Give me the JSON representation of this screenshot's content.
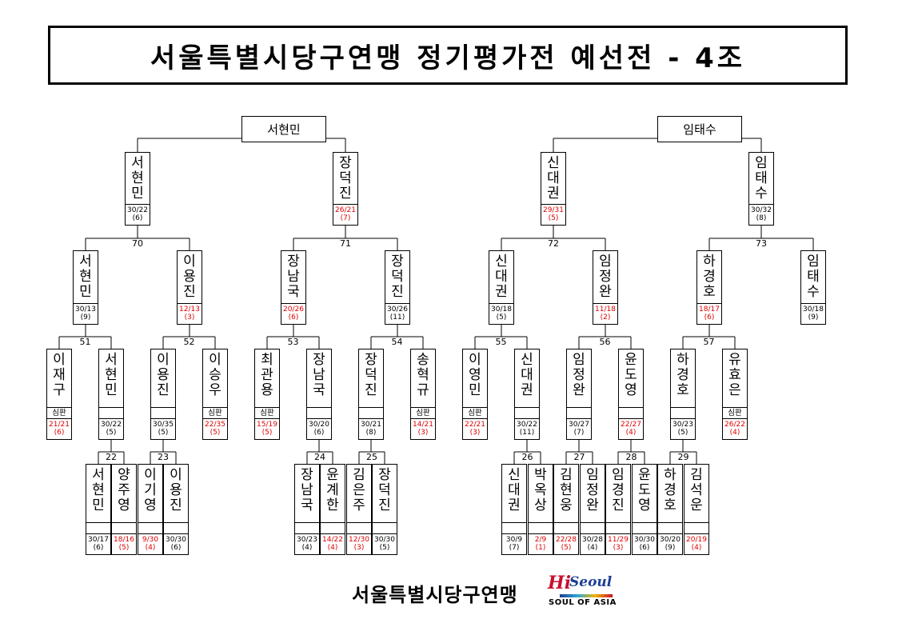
{
  "title": "서울특별시당구연맹 정기평가전 예선전 - 4조",
  "champions": [
    "서현민",
    "임태수"
  ],
  "players": [
    {
      "id": "a1",
      "name": "서현민",
      "score": "30/22",
      "rank": "(6)",
      "red": false
    },
    {
      "id": "a2",
      "name": "장덕진",
      "score": "26/21",
      "rank": "(7)",
      "red": true
    },
    {
      "id": "a3",
      "name": "신대권",
      "score": "29/31",
      "rank": "(5)",
      "red": true
    },
    {
      "id": "a4",
      "name": "임태수",
      "score": "30/32",
      "rank": "(8)",
      "red": false
    },
    {
      "id": "b1",
      "name": "서현민",
      "score": "30/13",
      "rank": "(9)",
      "red": false
    },
    {
      "id": "b2",
      "name": "이용진",
      "score": "12/13",
      "rank": "(3)",
      "red": true
    },
    {
      "id": "b3",
      "name": "장남국",
      "score": "20/26",
      "rank": "(6)",
      "red": true
    },
    {
      "id": "b4",
      "name": "장덕진",
      "score": "30/26",
      "rank": "(11)",
      "red": false
    },
    {
      "id": "b5",
      "name": "신대권",
      "score": "30/18",
      "rank": "(5)",
      "red": false
    },
    {
      "id": "b6",
      "name": "임정완",
      "score": "11/18",
      "rank": "(2)",
      "red": true
    },
    {
      "id": "b7",
      "name": "하경호",
      "score": "18/17",
      "rank": "(6)",
      "red": true
    },
    {
      "id": "b8",
      "name": "임태수",
      "score": "30/18",
      "rank": "(9)",
      "red": false
    },
    {
      "id": "c1",
      "name": "이재구",
      "label": "심판",
      "score": "21/21",
      "rank": "(6)",
      "red": true
    },
    {
      "id": "c2",
      "name": "서현민",
      "label": "",
      "score": "30/22",
      "rank": "(5)",
      "red": false
    },
    {
      "id": "c3",
      "name": "이용진",
      "label": "",
      "score": "30/35",
      "rank": "(5)",
      "red": false
    },
    {
      "id": "c4",
      "name": "이승우",
      "label": "심판",
      "score": "22/35",
      "rank": "(5)",
      "red": true
    },
    {
      "id": "c5",
      "name": "최관용",
      "label": "심판",
      "score": "15/19",
      "rank": "(5)",
      "red": true
    },
    {
      "id": "c6",
      "name": "장남국",
      "label": "",
      "score": "30/20",
      "rank": "(6)",
      "red": false
    },
    {
      "id": "c7",
      "name": "장덕진",
      "label": "",
      "score": "30/21",
      "rank": "(8)",
      "red": false
    },
    {
      "id": "c8",
      "name": "송혁규",
      "label": "심판",
      "score": "14/21",
      "rank": "(3)",
      "red": true
    },
    {
      "id": "c9",
      "name": "이영민",
      "label": "심판",
      "score": "22/21",
      "rank": "(3)",
      "red": true
    },
    {
      "id": "c10",
      "name": "신대권",
      "label": "",
      "score": "30/22",
      "rank": "(11)",
      "red": false
    },
    {
      "id": "c11",
      "name": "임정완",
      "label": "",
      "score": "30/27",
      "rank": "(7)",
      "red": false
    },
    {
      "id": "c12",
      "name": "윤도영",
      "label": "",
      "score": "22/27",
      "rank": "(4)",
      "red": true
    },
    {
      "id": "c13",
      "name": "하경호",
      "label": "",
      "score": "30/23",
      "rank": "(5)",
      "red": false
    },
    {
      "id": "c14",
      "name": "유효은",
      "label": "심판",
      "score": "26/22",
      "rank": "(4)",
      "red": true
    },
    {
      "id": "d1",
      "name": "서현민",
      "score": "30/17",
      "rank": "(6)",
      "red": false
    },
    {
      "id": "d2",
      "name": "양주영",
      "score": "18/16",
      "rank": "(5)",
      "red": true
    },
    {
      "id": "d3",
      "name": "이기영",
      "score": "9/30",
      "rank": "(4)",
      "red": true
    },
    {
      "id": "d4",
      "name": "이용진",
      "score": "30/30",
      "rank": "(6)",
      "red": false
    },
    {
      "id": "d5",
      "name": "장남국",
      "score": "30/23",
      "rank": "(4)",
      "red": false
    },
    {
      "id": "d6",
      "name": "윤계한",
      "score": "14/22",
      "rank": "(4)",
      "red": true
    },
    {
      "id": "d7",
      "name": "김은주",
      "score": "12/30",
      "rank": "(3)",
      "red": true
    },
    {
      "id": "d8",
      "name": "장덕진",
      "score": "30/30",
      "rank": "(5)",
      "red": false
    },
    {
      "id": "d9",
      "name": "신대권",
      "score": "30/9",
      "rank": "(7)",
      "red": false
    },
    {
      "id": "d10",
      "name": "박옥상",
      "score": "2/9",
      "rank": "(1)",
      "red": true
    },
    {
      "id": "d11",
      "name": "김현웅",
      "score": "22/28",
      "rank": "(5)",
      "red": true
    },
    {
      "id": "d12",
      "name": "임정완",
      "score": "30/28",
      "rank": "(4)",
      "red": false
    },
    {
      "id": "d13",
      "name": "임경진",
      "score": "11/29",
      "rank": "(3)",
      "red": true
    },
    {
      "id": "d14",
      "name": "윤도영",
      "score": "30/30",
      "rank": "(6)",
      "red": false
    },
    {
      "id": "d15",
      "name": "하경호",
      "score": "30/20",
      "rank": "(9)",
      "red": false
    },
    {
      "id": "d16",
      "name": "김석운",
      "score": "20/19",
      "rank": "(4)",
      "red": true
    }
  ],
  "matches": [
    {
      "id": "m70",
      "num": "70"
    },
    {
      "id": "m71",
      "num": "71"
    },
    {
      "id": "m72",
      "num": "72"
    },
    {
      "id": "m73",
      "num": "73"
    },
    {
      "id": "m51",
      "num": "51"
    },
    {
      "id": "m52",
      "num": "52"
    },
    {
      "id": "m53",
      "num": "53"
    },
    {
      "id": "m54",
      "num": "54"
    },
    {
      "id": "m55",
      "num": "55"
    },
    {
      "id": "m56",
      "num": "56"
    },
    {
      "id": "m57",
      "num": "57"
    },
    {
      "id": "m22",
      "num": "22"
    },
    {
      "id": "m23",
      "num": "23"
    },
    {
      "id": "m24",
      "num": "24"
    },
    {
      "id": "m25",
      "num": "25"
    },
    {
      "id": "m26",
      "num": "26"
    },
    {
      "id": "m27",
      "num": "27"
    },
    {
      "id": "m28",
      "num": "28"
    },
    {
      "id": "m29",
      "num": "29"
    }
  ],
  "footer": {
    "org": "서울특별시당구연맹",
    "logo_hi": "Hi",
    "logo_seoul": "Seoul",
    "logo_tag": "SOUL OF ASIA"
  },
  "colors": {
    "loss_score": "#e00000",
    "border": "#000000"
  }
}
